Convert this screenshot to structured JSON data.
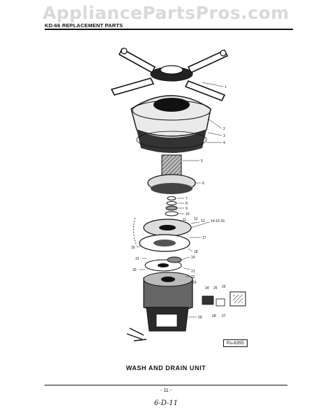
{
  "watermark": "AppliancePartsPros.com",
  "header": {
    "title": "KD-66 REPLACEMENT PARTS"
  },
  "figure_id": "Pu-8355",
  "caption": "WASH AND DRAIN UNIT",
  "page_number": "- 11 -",
  "handwritten_note": "6-D-11",
  "callouts": [
    "1",
    "2",
    "3",
    "4",
    "5",
    "6",
    "7",
    "8",
    "9",
    "10",
    "11",
    "12",
    "13",
    "14-15-16",
    "17",
    "18",
    "19",
    "20",
    "21",
    "22",
    "23",
    "24",
    "25",
    "26",
    "27",
    "28",
    "29",
    "30",
    "31"
  ],
  "colors": {
    "ink": "#111111",
    "watermark": "#d9d9d9",
    "paper": "#ffffff"
  }
}
